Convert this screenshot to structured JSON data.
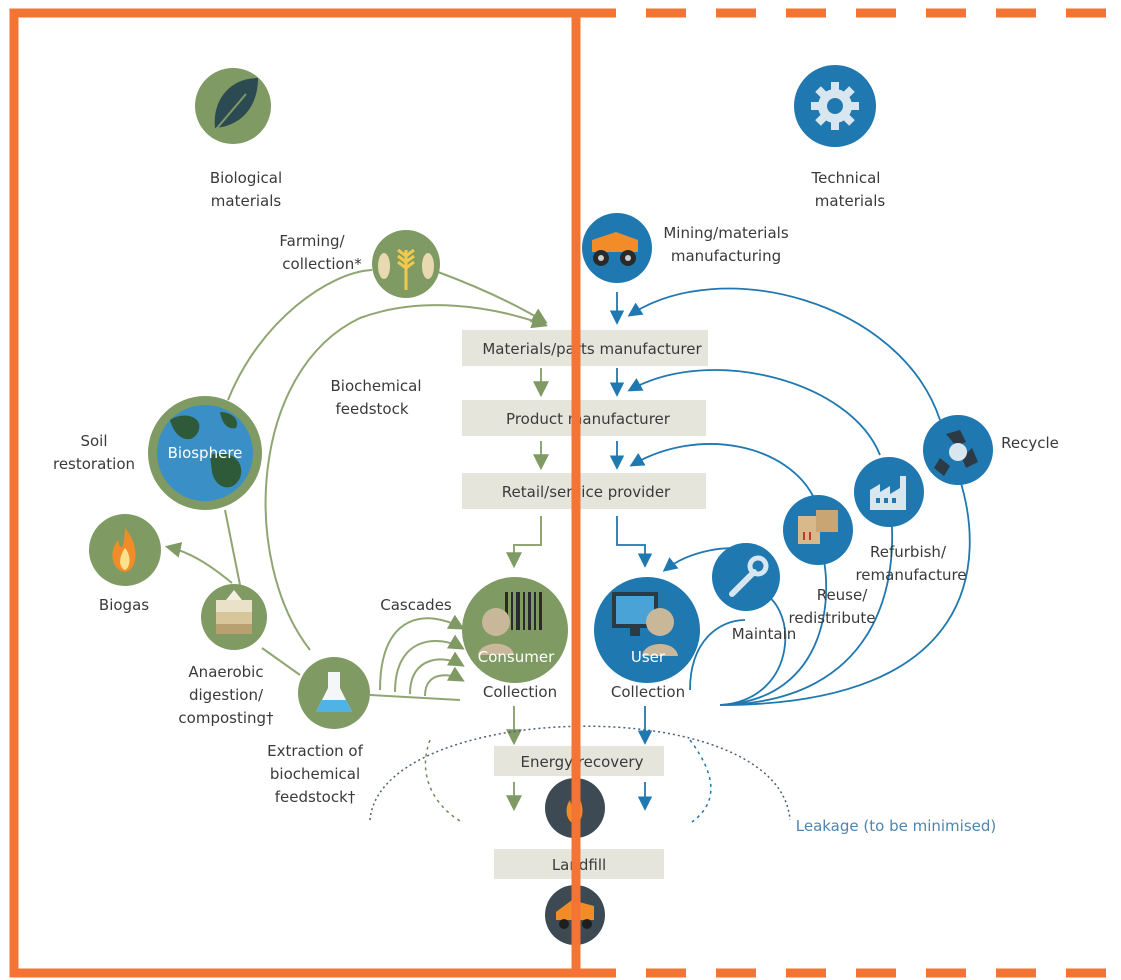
{
  "header": {
    "biological": [
      "Biological",
      "materials"
    ],
    "technical": [
      "Technical",
      "materials"
    ]
  },
  "biological_cycle": {
    "farming": [
      "Farming/",
      "collection*"
    ],
    "biochemical_feedstock": [
      "Biochemical",
      "feedstock"
    ],
    "soil_restoration": [
      "Soil",
      "restoration"
    ],
    "biosphere": "Biosphere",
    "biogas": "Biogas",
    "anaerobic": [
      "Anaerobic",
      "digestion/",
      "composting†"
    ],
    "extraction": [
      "Extraction of",
      "biochemical",
      "feedstock†"
    ],
    "cascades": "Cascades",
    "consumer": "Consumer",
    "collection": "Collection"
  },
  "flow": {
    "materials_parts": "Materials/parts manufacturer",
    "product_manufacturer": "Product manufacturer",
    "retail_service": "Retail/service provider",
    "energy_recovery": "Energy recovery",
    "landfill": "Landfill"
  },
  "technical_cycle": {
    "mining": [
      "Mining/materials",
      "manufacturing"
    ],
    "recycle": "Recycle",
    "refurbish": [
      "Refurbish/",
      "remanufacture"
    ],
    "reuse": [
      "Reuse/",
      "redistribute"
    ],
    "maintain": "Maintain",
    "user": "User",
    "collection": "Collection"
  },
  "leakage": "Leakage (to be minimised)",
  "colors": {
    "orange": "#f47435",
    "bio_green": "#7f9a63",
    "tech_blue": "#1f78b0",
    "box_beige": "#e6e5dc",
    "dark_circle": "#3d4a54"
  },
  "icons": [
    "leaf-icon",
    "gear-icon",
    "wheat-fish-icon",
    "globe-icon",
    "flame-icon",
    "soil-layers-icon",
    "flask-icon",
    "barcode-person-icon",
    "mining-truck-icon",
    "recycle-icon",
    "factory-icon",
    "boxes-icon",
    "wrench-icon",
    "computer-person-icon",
    "fire-icon",
    "landfill-truck-icon"
  ]
}
